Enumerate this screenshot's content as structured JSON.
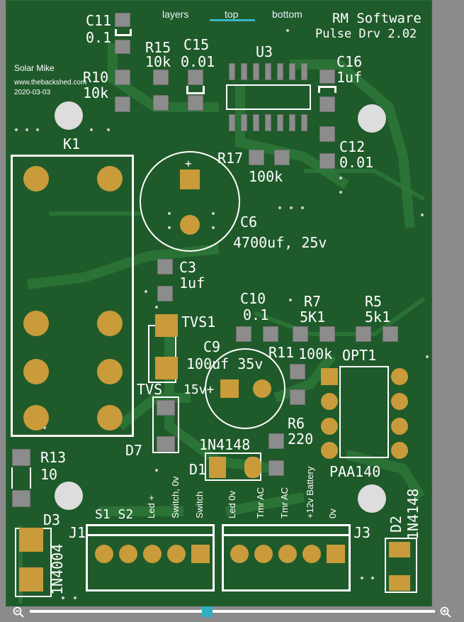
{
  "tabs": [
    {
      "label": "layers"
    },
    {
      "label": "top"
    },
    {
      "label": "bottom"
    }
  ],
  "board": {
    "title_line1": "RM Software",
    "title_line2": "Pulse Drv 2.02",
    "author": "Solar Mike",
    "site": "www.thebackshed.com",
    "date": "2020-03-03"
  },
  "components": {
    "c11_ref": "C11",
    "c11_val": "0.1",
    "r15_ref": "R15",
    "r15_val": "10k",
    "c15_ref": "C15",
    "c15_val": "0.01",
    "u3_ref": "U3",
    "c16_ref": "C16",
    "c16_val": "1uf",
    "r10_ref": "R10",
    "r10_val": "10k",
    "c12_ref": "C12",
    "c12_val": "0.01",
    "k1_ref": "K1",
    "r17_ref": "R17",
    "r17_val": "100k",
    "c6_plus": "+",
    "c6_ref": "C6",
    "c6_val": "4700uf, 25v",
    "c3_ref": "C3",
    "c3_val": "1uf",
    "c10_ref": "C10",
    "c10_val": "0.1",
    "r7_ref": "R7",
    "r7_val": "5K1",
    "r5_ref": "R5",
    "r5_val": "5k1",
    "tvs1_ref": "TVS1",
    "c9_ref": "C9",
    "c9_val": "100uf 35v",
    "r11_ref": "R11",
    "r11_val": "100k",
    "opt1_ref": "OPT1",
    "tvs_ref": "TVS",
    "v15": "15v+",
    "d7_ref": "D7",
    "r6_ref": "R6",
    "r6_val": "220",
    "d1_val": "1N4148",
    "d1_ref": "D1",
    "paa": "PAA140",
    "r13_ref": "R13",
    "r13_val": "10",
    "d3_ref": "D3",
    "d3_val": "1N4004",
    "d2_ref": "D2",
    "d2_val": "1N4148",
    "j1_ref": "J1",
    "j3_ref": "J3",
    "s1s2": "S1 S2"
  },
  "connector_labels": {
    "led_plus": "Led +",
    "switch_0v": "Switch, 0v",
    "switch": "Switch",
    "led_0v": "Led 0v",
    "tmr_ac_1": "Tmr AC",
    "tmr_ac_2": "Tmr AC",
    "battery": "+12v Battery",
    "zero_v": "0v"
  },
  "colors": {
    "board": "#1f5a2a",
    "silkscreen": "#ffffff",
    "pad": "#8c8c8c",
    "gold": "#c99b3a",
    "accent": "#39b7c7"
  }
}
